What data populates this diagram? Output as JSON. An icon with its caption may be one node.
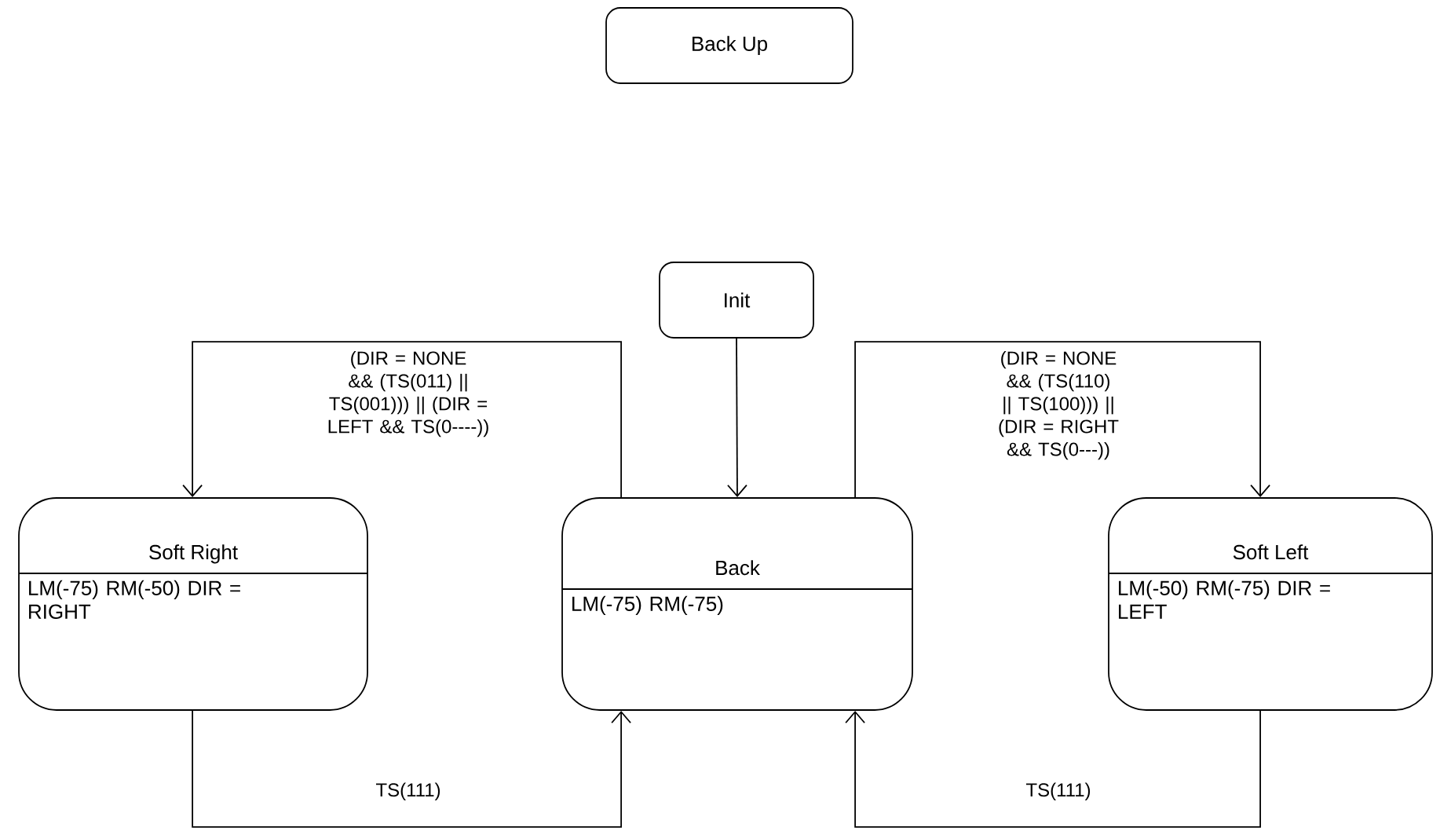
{
  "diagram": {
    "nodes": [
      {
        "text": [
          "Back Up"
        ]
      },
      {
        "text": [
          "Init"
        ]
      },
      {
        "text": [
          "Soft Right",
          "LM(-75) RM(-50) DIR = RIGHT"
        ]
      },
      {
        "text": [
          "Back",
          "LM(-75) RM(-75)"
        ]
      },
      {
        "text": [
          "Soft Left",
          "LM(-50) RM(-75) DIR = LEFT"
        ]
      }
    ],
    "edges": [
      {
        "from": 1,
        "to": 3,
        "arrow": "to"
      },
      {
        "from": 3,
        "to": 2,
        "arrow": "to",
        "label": "(DIR = NONE && (TS(011) || TS(001))) || (DIR = LEFT && TS(0----))"
      },
      {
        "from": 2,
        "to": 3,
        "arrow": "to",
        "label": "TS(111)"
      },
      {
        "from": 3,
        "to": 4,
        "arrow": "to",
        "label": "(DIR = NONE && (TS(110) || TS(100))) || (DIR = RIGHT && TS(0---))"
      },
      {
        "from": 4,
        "to": 3,
        "arrow": "to",
        "label": "TS(111)"
      }
    ]
  }
}
